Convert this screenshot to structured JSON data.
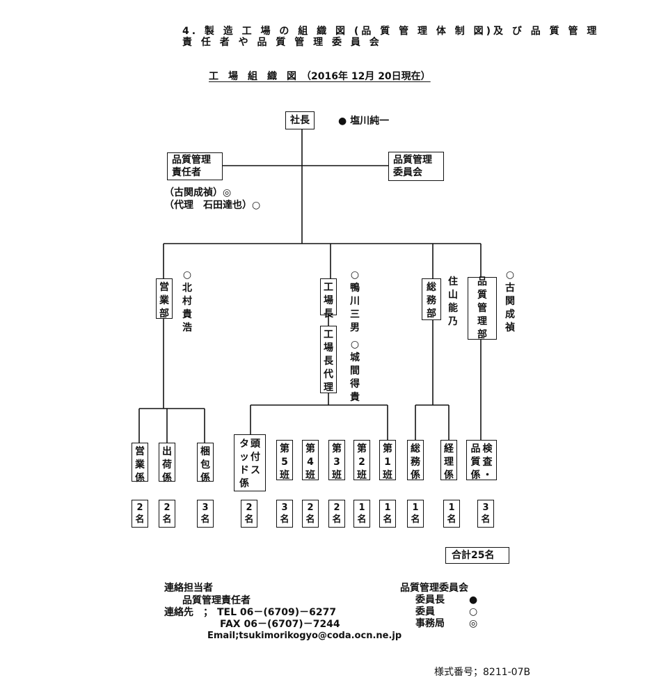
{
  "header": {
    "line1": "4. 製 造 工 場 の 組 織 図 (品 質 管 理 体 制 図)及 び 品 質 管 理",
    "line2": "責 任 者 や 品 質 管 理 委 員 会"
  },
  "chart_title": "工　場　組　織　図　（2016年 12月 20日現在）",
  "president": {
    "label": "社長",
    "name": "● 塩川純一"
  },
  "qa_manager": {
    "line1": "品質管理",
    "line2": "責任者",
    "name1": "（古関成禎）◎",
    "name2": "（代理　石田達也）○"
  },
  "qa_committee": {
    "line1": "品質管理",
    "line2": "委員会"
  },
  "departments": {
    "sales": {
      "label": "営業部",
      "person": "○北村貴浩"
    },
    "plant_manager": {
      "label": "工場長",
      "person": "○鴨川三男"
    },
    "deputy": {
      "label": "工場長代理",
      "person": "○城間得貴"
    },
    "general": {
      "label": "総務部",
      "person": "住山能乃"
    },
    "quality": {
      "label": "品質管理部",
      "person": "○古関成禎"
    }
  },
  "sections": [
    {
      "label": "営業係",
      "count": "2名"
    },
    {
      "label": "出荷係",
      "count": "2名"
    },
    {
      "label": "梱包係",
      "count": "3名"
    },
    {
      "label": "頭付スタッド係",
      "count": "2名"
    },
    {
      "label": "第5班",
      "count": "3名"
    },
    {
      "label": "第4班",
      "count": "2名"
    },
    {
      "label": "第3班",
      "count": "2名"
    },
    {
      "label": "第2班",
      "count": "1名"
    },
    {
      "label": "第1班",
      "count": "1名"
    },
    {
      "label": "総務係",
      "count": "1名"
    },
    {
      "label": "経理係",
      "count": "1名"
    },
    {
      "label": "検査・品質係",
      "count": "3名"
    }
  ],
  "total": "合計25名",
  "contact": {
    "title": "連絡担当者",
    "role": "品質管理責任者",
    "label": "連絡先　；",
    "tel": "TEL 06－(6709)－6277",
    "fax": "FAX 06－(6707)－7244",
    "email": "Email;tsukimorikogyo@coda.ocn.ne.jp"
  },
  "legend": {
    "title": "品質管理委員会",
    "items": [
      {
        "label": "委員長",
        "symbol": "●"
      },
      {
        "label": "委員",
        "symbol": "○"
      },
      {
        "label": "事務局",
        "symbol": "◎"
      }
    ]
  },
  "form_number": "様式番号；8211-07B"
}
